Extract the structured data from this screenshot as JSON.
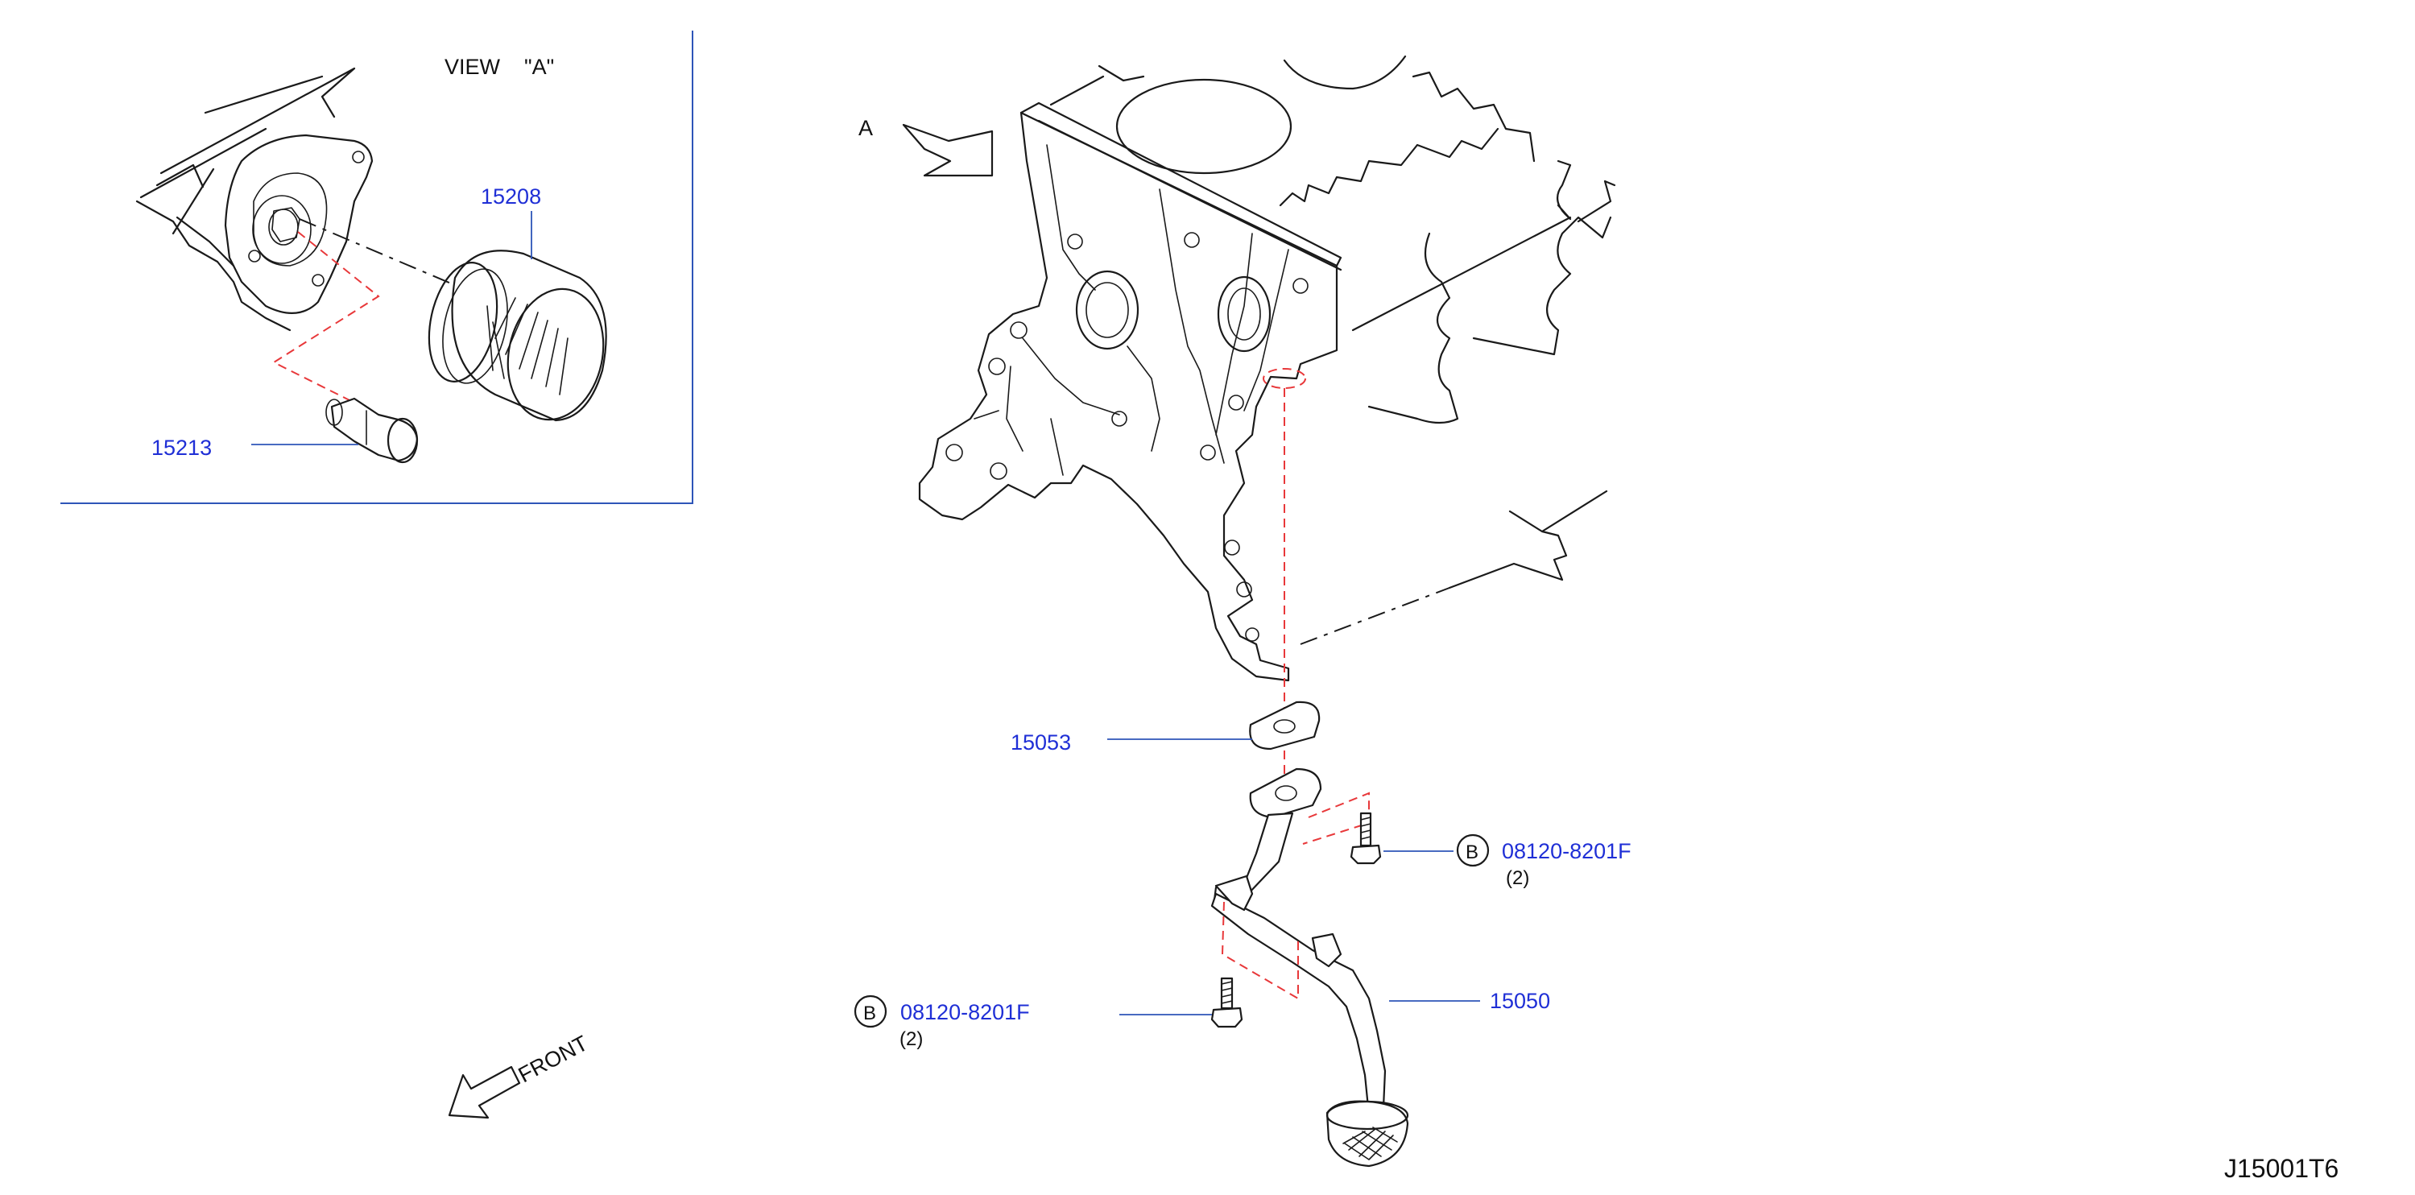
{
  "view_label": "VIEW    \"A\"",
  "view_marker": "A",
  "front_label": "FRONT",
  "diagram_code": "J15001T6",
  "bolt_ref": "B",
  "parts": {
    "oil_filter": "15208",
    "connector_bolt": "15213",
    "gasket": "15053",
    "strainer": "15050",
    "bolt_upper": "08120-8201F",
    "bolt_upper_qty": "(2)",
    "bolt_lower": "08120-8201F",
    "bolt_lower_qty": "(2)"
  },
  "colors": {
    "part_number": "#1f2fd6",
    "leader_line": "#2e55b8",
    "hidden_line": "#e8383a",
    "drawing_line": "#1a1a1a"
  }
}
